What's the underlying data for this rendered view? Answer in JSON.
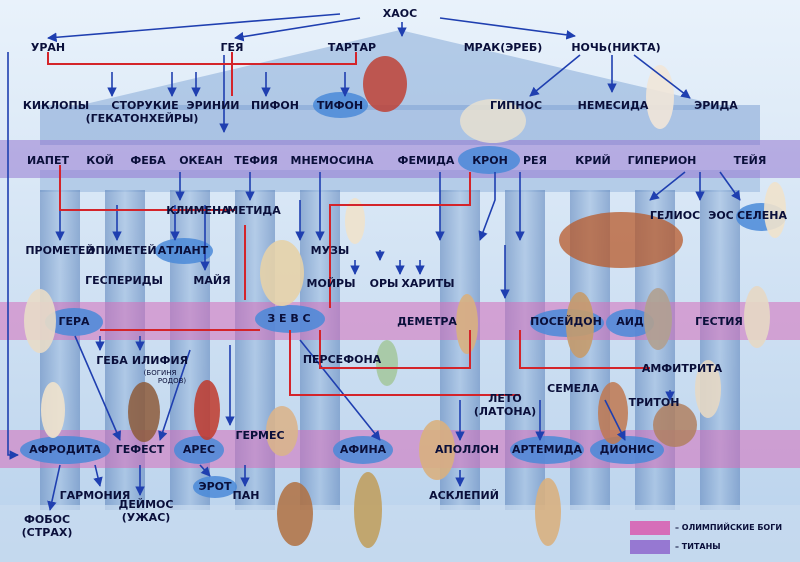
{
  "nodes": {
    "chaos": "ХАОС",
    "uran": "УРАН",
    "geya": "ГЕЯ",
    "tartar": "ТАРТАР",
    "mrak": "МРАК(ЭРЕБ)",
    "noch": "НОЧЬ(НИКТА)",
    "kiklopy": "КИКЛОПЫ",
    "storukie": "СТОРУКИЕ",
    "storukie_sub": "(ГЕКАТОНХЕЙРЫ)",
    "erinii": "ЭРИНИИ",
    "pifon": "ПИФОН",
    "tifon": "ТИФОН",
    "gipnos": "ГИПНОС",
    "nemesida": "НЕМЕСИДА",
    "erida": "ЭРИДА",
    "iapet": "ИАПЕТ",
    "koy": "КОЙ",
    "feba": "ФЕБА",
    "okean": "ОКЕАН",
    "tefiya": "ТЕФИЯ",
    "mnemosina": "МНЕМОСИНА",
    "femida": "ФЕМИДА",
    "kron": "КРОН",
    "reya": "РЕЯ",
    "kriy": "КРИЙ",
    "giperion": "ГИПЕРИОН",
    "teyya": "ТЕЙЯ",
    "klimena": "КЛИМЕНА",
    "metida": "МЕТИДА",
    "geliox": "ГЕЛИОС",
    "eos": "ЭОС",
    "selena": "СЕЛЕНА",
    "prometey": "ПРОМЕТЕЙ",
    "epimetey": "ЭПИМЕТЕЙ",
    "atlant": "АТЛАНТ",
    "muzy": "МУЗЫ",
    "gesperidy": "ГЕСПЕРИДЫ",
    "maiya": "МАЙЯ",
    "moyry": "МОЙРЫ",
    "ory": "ОРЫ",
    "harity": "ХАРИТЫ",
    "gera": "ГЕРА",
    "zevs": "З Е В С",
    "demetra": "ДЕМЕТРА",
    "poseydon": "ПОСЕЙДОН",
    "aid": "АИД",
    "gestiya": "ГЕСТИЯ",
    "geba": "ГЕБА",
    "ilifiya": "ИЛИФИЯ",
    "ilifiya_sub1": "(БОГИНЯ",
    "ilifiya_sub2": "РОДОВ)",
    "persefona": "ПЕРСЕФОНА",
    "amfitrita": "АМФИТРИТА",
    "semela": "СЕМЕЛА",
    "leto": "ЛЕТО",
    "leto_sub": "(ЛАТОНА)",
    "triton": "ТРИТОН",
    "afrodita": "АФРОДИТА",
    "gefest": "ГЕФЕСТ",
    "ares": "АРЕС",
    "germes": "ГЕРМЕС",
    "afina": "АФИНА",
    "apollon": "АПОЛЛОН",
    "artemida": "АРТЕМИДА",
    "dionis": "ДИОНИС",
    "fobos": "ФОБОС",
    "fobos_sub": "(СТРАХ)",
    "garmoniya": "ГАРМОНИЯ",
    "deymos": "ДЕЙМОС",
    "deymos_sub": "(УЖАС)",
    "erot": "ЭРОТ",
    "pan": "ПАН",
    "asklepiy": "АСКЛЕПИЙ"
  },
  "legend": {
    "olymp_label": "– ОЛИМПИЙСКИЕ БОГИ",
    "titan_label": "– ТИТАНЫ",
    "olymp_color": "#d66eb9",
    "titan_color": "#9678d2"
  },
  "colors": {
    "line_blue": "#1f3fb0",
    "line_red": "#d4242a",
    "oval_blue": "#4a8ad8"
  }
}
